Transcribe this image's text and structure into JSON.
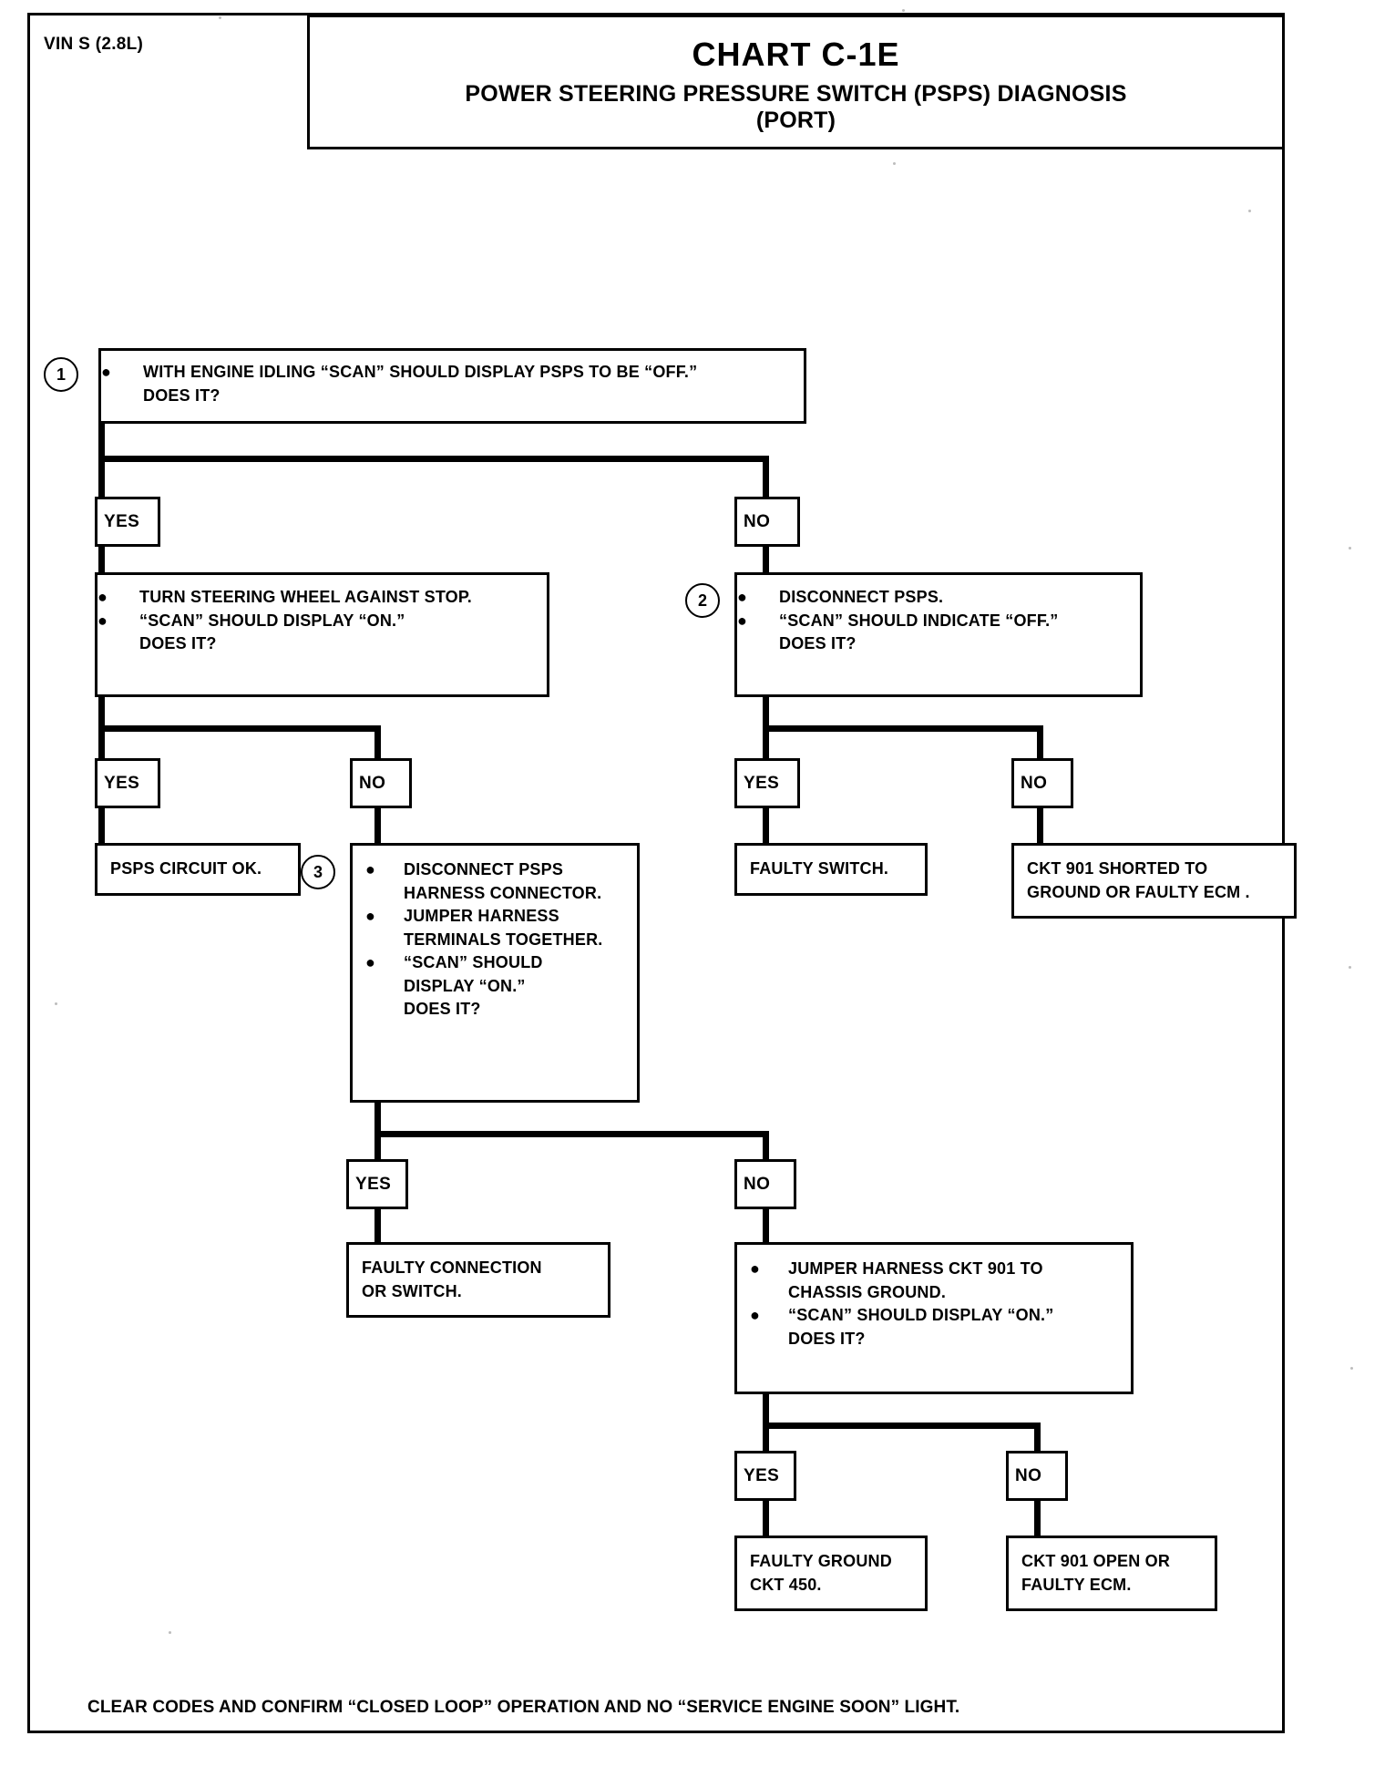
{
  "header": {
    "vin_label": "VIN S (2.8L)",
    "chart_number": "CHART C-1E",
    "chart_title_line1": "POWER STEERING PRESSURE SWITCH (PSPS) DIAGNOSIS",
    "chart_title_line2": "(PORT)"
  },
  "labels": {
    "yes": "YES",
    "no": "NO",
    "bullet": "●",
    "step1": "1",
    "step2": "2",
    "step3": "3"
  },
  "nodes": {
    "step1_box": {
      "line1": "WITH ENGINE IDLING “SCAN” SHOULD DISPLAY PSPS TO BE “OFF.”",
      "line2": "DOES IT?"
    },
    "turn_wheel_box": {
      "line1": "TURN STEERING WHEEL AGAINST STOP.",
      "line2": "“SCAN” SHOULD DISPLAY “ON.”",
      "line3": "DOES IT?"
    },
    "step2_box": {
      "line1": "DISCONNECT PSPS.",
      "line2": "“SCAN” SHOULD INDICATE  “OFF.”",
      "line3": "DOES IT?"
    },
    "psps_ok_box": {
      "line1": "PSPS CIRCUIT OK."
    },
    "step3_box": {
      "line1": "DISCONNECT PSPS",
      "line2": "HARNESS CONNECTOR.",
      "line3": "JUMPER HARNESS",
      "line4": "TERMINALS TOGETHER.",
      "line5": "“SCAN” SHOULD",
      "line6": "DISPLAY “ON.”",
      "line7": "DOES IT?"
    },
    "faulty_switch_box": {
      "line1": "FAULTY SWITCH."
    },
    "ckt901_shorted_box": {
      "line1": "CKT 901 SHORTED TO",
      "line2": "GROUND OR FAULTY ECM ."
    },
    "faulty_connection_box": {
      "line1": "FAULTY CONNECTION",
      "line2": "OR  SWITCH."
    },
    "jumper_ground_box": {
      "line1": "JUMPER HARNESS CKT 901 TO",
      "line2": "CHASSIS GROUND.",
      "line3": "“SCAN” SHOULD DISPLAY “ON.”",
      "line4": "DOES IT?"
    },
    "faulty_ground_box": {
      "line1": "FAULTY GROUND",
      "line2": "CKT  450."
    },
    "ckt901_open_box": {
      "line1": "CKT 901 OPEN OR",
      "line2": "FAULTY ECM."
    }
  },
  "footer": {
    "note": "CLEAR CODES AND CONFIRM “CLOSED LOOP”  OPERATION AND NO “SERVICE ENGINE SOON” LIGHT."
  },
  "colors": {
    "ink": "#000000",
    "paper": "#ffffff"
  }
}
